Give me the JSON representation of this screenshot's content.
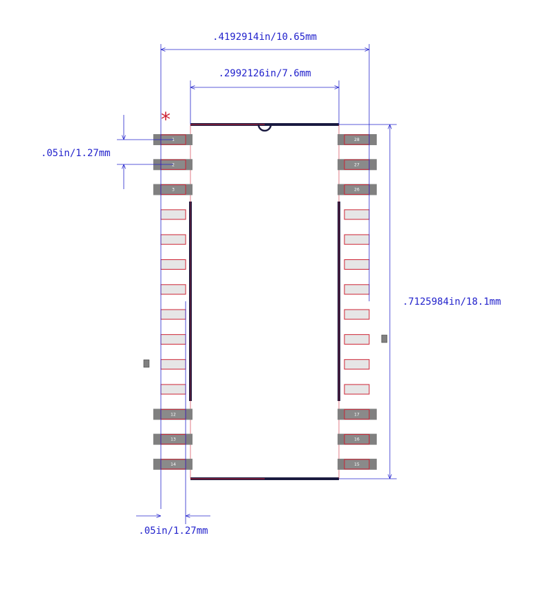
{
  "dimensions": {
    "overall_width": ".4192914in/10.65mm",
    "body_width": ".2992126in/7.6mm",
    "pitch_left": ".05in/1.27mm",
    "body_length": ".7125984in/18.1mm",
    "pad_width": ".05in/1.27mm"
  },
  "pin1_marker": "*",
  "pins_left": [
    "1",
    "2",
    "3",
    "",
    "",
    "",
    "",
    "",
    "",
    "",
    "",
    "12",
    "13",
    "14"
  ],
  "pins_right": [
    "28",
    "27",
    "26",
    "",
    "",
    "",
    "",
    "",
    "",
    "",
    "",
    "17",
    "16",
    "15"
  ],
  "colors": {
    "dimension": "#2222cc",
    "outline": "#cc2233",
    "pad": "#808080",
    "body_edge": "#1a1a40"
  }
}
